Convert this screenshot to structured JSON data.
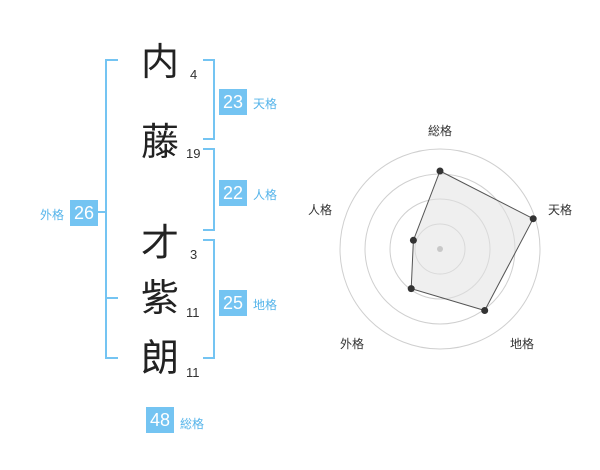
{
  "name": {
    "chars": [
      {
        "char": "内",
        "strokes": "4"
      },
      {
        "char": "藤",
        "strokes": "19"
      },
      {
        "char": "才",
        "strokes": "3"
      },
      {
        "char": "紫",
        "strokes": "11"
      },
      {
        "char": "朗",
        "strokes": "11"
      }
    ]
  },
  "kakusu": {
    "tenkaku": {
      "value": "23",
      "label": "天格"
    },
    "jinkaku": {
      "value": "22",
      "label": "人格"
    },
    "chikaku": {
      "value": "25",
      "label": "地格"
    },
    "gaikaku": {
      "value": "26",
      "label": "外格"
    },
    "soukaku": {
      "value": "48",
      "label": "総格"
    }
  },
  "colors": {
    "accent": "#74c4f2",
    "bracket": "#74c4f2",
    "label": "#55b4ea"
  },
  "chart_data": {
    "type": "radar",
    "axes": [
      "総格",
      "天格",
      "地格",
      "外格",
      "人格"
    ],
    "values": [
      0.78,
      0.98,
      0.76,
      0.49,
      0.28
    ],
    "range": [
      0,
      1
    ],
    "rings": 4
  }
}
